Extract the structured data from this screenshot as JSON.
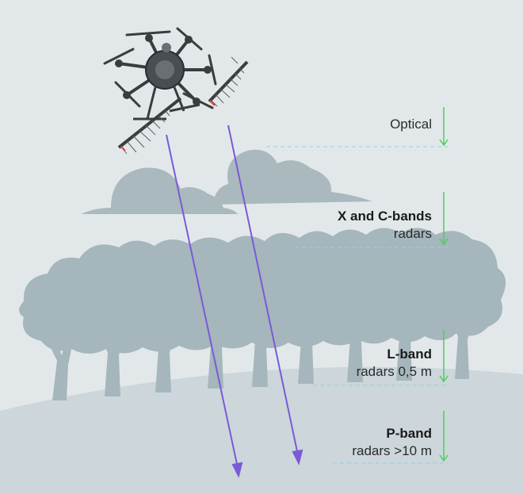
{
  "bands": [
    {
      "title": "Optical",
      "subtitle": "",
      "title_bold": false
    },
    {
      "title": "X and C-bands",
      "subtitle": "radars",
      "title_bold": true
    },
    {
      "title": "L-band",
      "subtitle": "radars 0,5 m",
      "title_bold": true
    },
    {
      "title": "P-band",
      "subtitle": "radars >10 m",
      "title_bold": true
    }
  ],
  "colors": {
    "sky": "#e2e8ea",
    "ground": "#ccd6db",
    "foliage": "#a5b6bc",
    "cloud": "#a9b9be",
    "beam": "#7a5ad6",
    "arrow_green": "#4cd05a",
    "dashed_line": "#8fd3e8",
    "drone": "#3a3d40"
  },
  "icons": {
    "drone": "hexacopter-drone-icon",
    "antenna": "log-periodic-antenna-icon",
    "arrow": "down-arrow-icon"
  }
}
